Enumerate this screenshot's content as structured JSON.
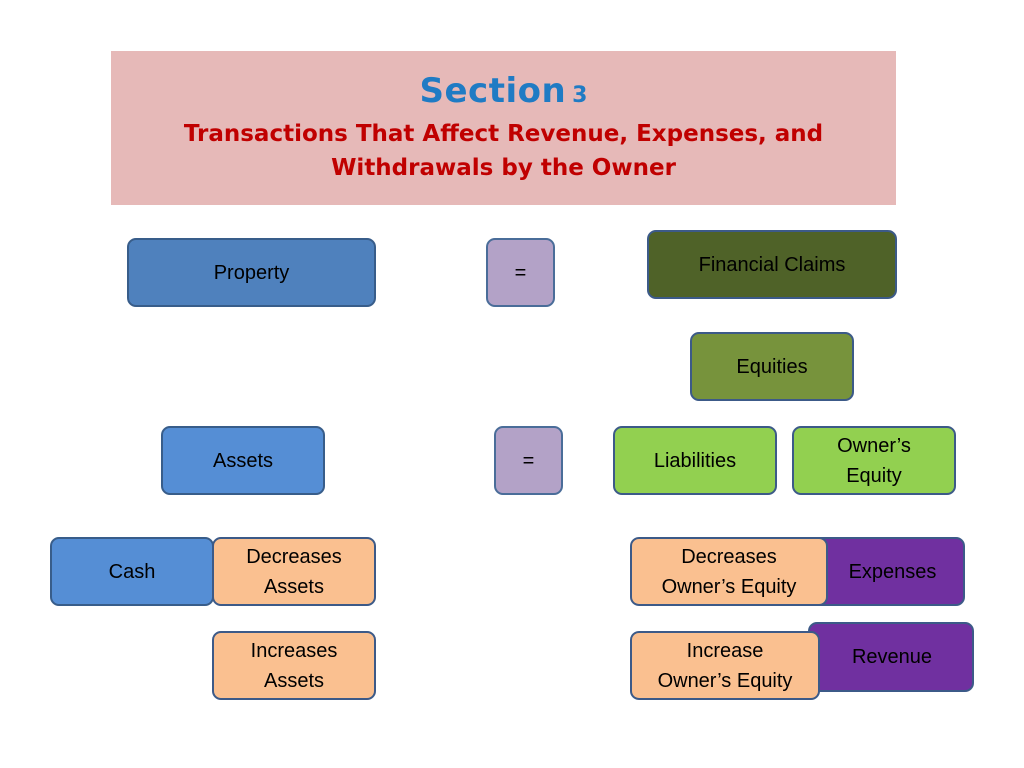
{
  "header": {
    "section_word": "Section",
    "section_number": "3",
    "subtitle_line1": "Transactions That Affect Revenue, Expenses, and",
    "subtitle_line2": "Withdrawals by the Owner"
  },
  "colors": {
    "banner": "#e6b9b8",
    "section_title": "#1f7bc4",
    "subtitle": "#c00000",
    "property_box": "#4f81bd",
    "equals_box": "#b3a2c7",
    "financial_claims_box": "#4f6228",
    "equities_box": "#77933c",
    "liabilities_equity_box": "#92d050",
    "effect_box": "#fac090",
    "expense_revenue_box": "#7030a0"
  },
  "diagram": {
    "row1": {
      "property": "Property",
      "equals": "=",
      "financial_claims": "Financial Claims"
    },
    "row2": {
      "equities": "Equities"
    },
    "row3": {
      "assets": "Assets",
      "equals": "=",
      "liabilities": "Liabilities",
      "owners_equity": "Owner’s\nEquity"
    },
    "row4": {
      "cash": "Cash",
      "decreases_assets": "Decreases\nAssets",
      "decreases_owners_equity": "Decreases\nOwner’s Equity",
      "expenses": "Expenses"
    },
    "row5": {
      "increases_assets": "Increases\nAssets",
      "increase_owners_equity": "Increase\nOwner’s Equity",
      "revenue": "Revenue"
    }
  }
}
